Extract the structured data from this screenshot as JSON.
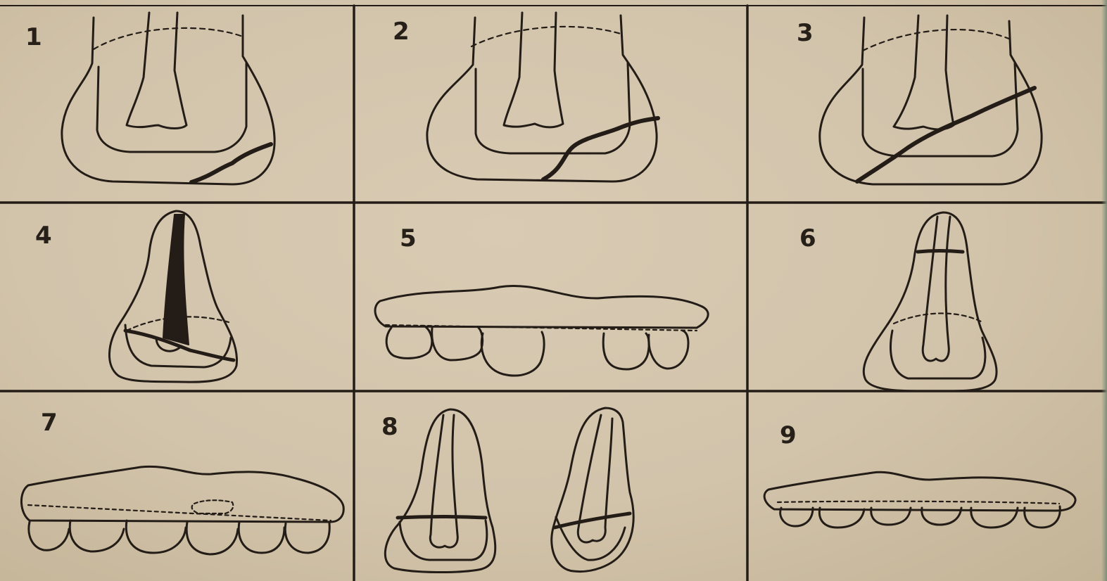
{
  "figure": {
    "panels": [
      {
        "label": "1",
        "depiction": "tooth-fracture-enamel"
      },
      {
        "label": "2",
        "depiction": "tooth-fracture-dentin"
      },
      {
        "label": "3",
        "depiction": "tooth-fracture-pulp"
      },
      {
        "label": "4",
        "depiction": "tooth-vertical-fracture"
      },
      {
        "label": "5",
        "depiction": "dental-arch-missing-tooth"
      },
      {
        "label": "6",
        "depiction": "tooth-root-fracture"
      },
      {
        "label": "7",
        "depiction": "dental-arch-intruded-tooth"
      },
      {
        "label": "8",
        "depiction": "tooth-root-fracture-pair"
      },
      {
        "label": "9",
        "depiction": "dental-arch-extruded-teeth"
      }
    ],
    "colors": {
      "paper": "#d3c5ac",
      "ink": "#241d17"
    }
  }
}
